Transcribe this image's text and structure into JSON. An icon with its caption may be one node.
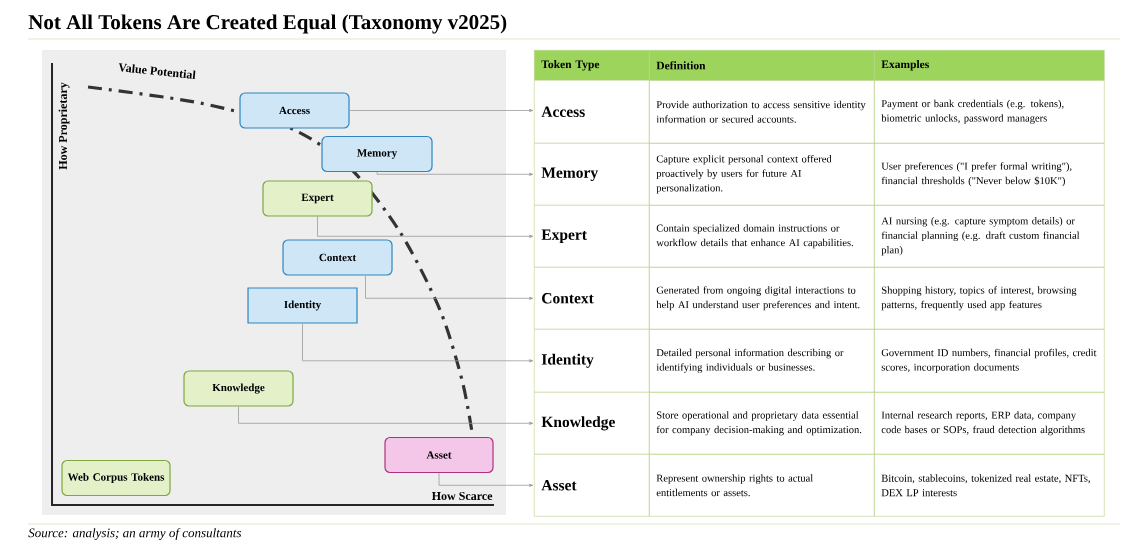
{
  "diagram": {
    "title": "Not All Tokens Are Created Equal (Taxonomy v2025)",
    "caption": "Source: analysis; an army of consultants",
    "nodes": [
      {
        "text": [
          "Access"
        ]
      },
      {
        "text": [
          "Memory"
        ]
      },
      {
        "text": [
          "Expert"
        ]
      },
      {
        "text": [
          "Context"
        ]
      },
      {
        "text": [
          "Identity"
        ]
      },
      {
        "text": [
          "Knowledge"
        ]
      },
      {
        "text": [
          "Asset"
        ]
      },
      {
        "text": [
          "Web Corpus Tokens"
        ]
      },
      {
        "text": [
          "Access"
        ]
      },
      {
        "text": [
          "Memory"
        ]
      },
      {
        "text": [
          "Expert"
        ]
      },
      {
        "text": [
          "Context"
        ]
      },
      {
        "text": [
          "Identity"
        ]
      },
      {
        "text": [
          "Knowledge"
        ]
      },
      {
        "text": [
          "Asset"
        ]
      }
    ],
    "edges": [
      {
        "from": 0,
        "to": 8,
        "arrow": "to"
      },
      {
        "from": 1,
        "to": 9,
        "arrow": "to"
      },
      {
        "from": 2,
        "to": 10,
        "arrow": "to"
      },
      {
        "from": 3,
        "to": 11,
        "arrow": "to"
      },
      {
        "from": 4,
        "to": 12,
        "arrow": "to"
      },
      {
        "from": 5,
        "to": 13,
        "arrow": "to"
      },
      {
        "from": 6,
        "to": 14,
        "arrow": "to"
      }
    ],
    "labels": [
      "Value Potential",
      "How Proprietary",
      "How Scarce",
      "Token Type",
      "Definition",
      "Examples",
      "Provide authorization to access sensitive identity information or secured accounts.",
      "Payment or bank credentials (e.g. tokens), biometric unlocks, password managers",
      "Capture explicit personal context offered proactively by users for future AI personalization.",
      "User preferences (\"I prefer formal writing\"), financial thresholds (\"Never below $10K\")",
      "Contain specialized domain instructions or workflow details that enhance AI capabilities.",
      "AI nursing (e.g. capture symptom details) or financial planning (e.g. draft custom financial plan)",
      "Generated from ongoing digital interactions to help AI understand user preferences and intent.",
      "Shopping history, topics of interest, browsing patterns, frequently used app features",
      "Detailed personal information describing or identifying individuals or businesses.",
      "Government ID numbers, financial profiles, credit scores, incorporation documents",
      "Store operational and proprietary data essential for company decision-making and optimization.",
      "Internal research reports, ERP data, company code bases or SOPs, fraud detection algorithms",
      "Represent ownership rights to actual entitlements or assets.",
      "Bitcoin, stablecoins, tokenized real estate, NFTs, DEX LP interests"
    ]
  }
}
